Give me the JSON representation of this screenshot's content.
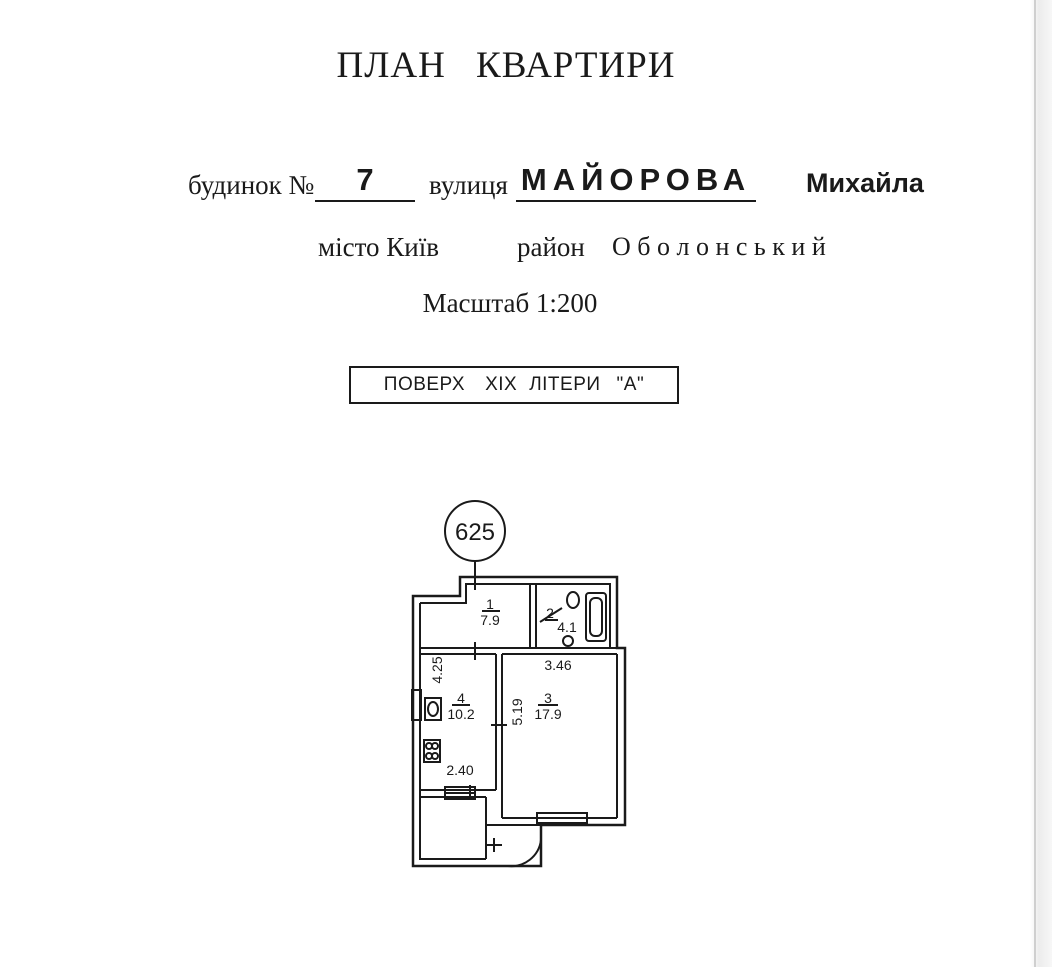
{
  "header": {
    "title": "ПЛАН КВАРТИРИ"
  },
  "address": {
    "house_label": "будинок №",
    "house_number": "7",
    "street_label": "вулиця",
    "street_name": "МАЙОРОВА",
    "street_name_suffix": "Михайла",
    "city": "місто Київ",
    "district_label": "район",
    "district_name": "О б о л о н с ь к и й"
  },
  "scale_text": "Масштаб 1:200",
  "floor_box": {
    "floor_label": "ПОВЕРХ",
    "floor_number": "XIX",
    "letter_label": "ЛІТЕРИ",
    "letter_value": "\"А\""
  },
  "plan": {
    "apartment_number": "625",
    "rooms": [
      {
        "number": "1",
        "area": "7.9"
      },
      {
        "number": "2",
        "area": "4.1"
      },
      {
        "number": "3",
        "area": "17.9"
      },
      {
        "number": "4",
        "area": "10.2"
      }
    ],
    "dimensions": {
      "room3_width": "3.46",
      "room3_length": "5.19",
      "room4_length": "4.25",
      "room4_width": "2.40"
    }
  }
}
